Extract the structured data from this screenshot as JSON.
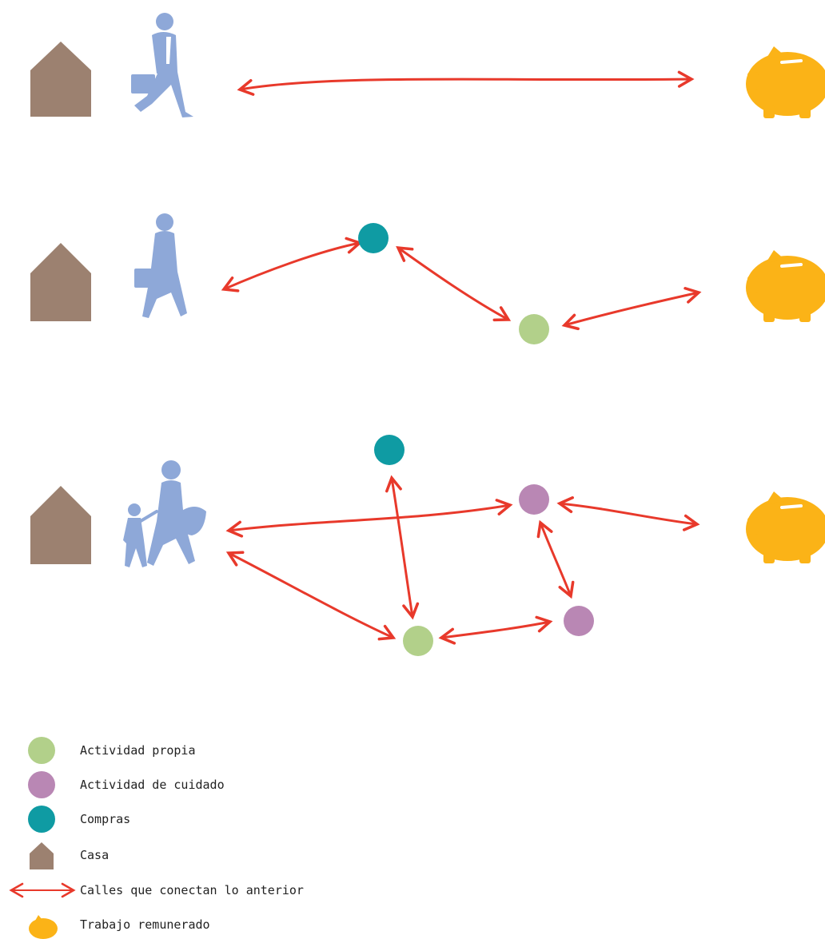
{
  "colors": {
    "house": "#9c8170",
    "person": "#8ea8d8",
    "route": "#e8392b",
    "bank": "#fbb317",
    "own_activity": "#b2d08a",
    "care_activity": "#b987b4",
    "shopping": "#0f9ba3"
  },
  "icons": {
    "house": "house-icon",
    "person_worker": "walking-man-with-briefcase-icon",
    "person_woman": "walking-woman-with-briefcase-icon",
    "person_carer": "woman-with-child-and-basket-icon",
    "bank": "piggy-bank-icon"
  },
  "legend": [
    {
      "key": "own_activity",
      "label": "Actividad propia"
    },
    {
      "key": "care_activity",
      "label": "Actividad de cuidado"
    },
    {
      "key": "shopping",
      "label": "Compras"
    },
    {
      "key": "house",
      "label": "Casa"
    },
    {
      "key": "route",
      "label": "Calles que conectan lo anterior"
    },
    {
      "key": "bank",
      "label": "Trabajo remunerado"
    }
  ]
}
